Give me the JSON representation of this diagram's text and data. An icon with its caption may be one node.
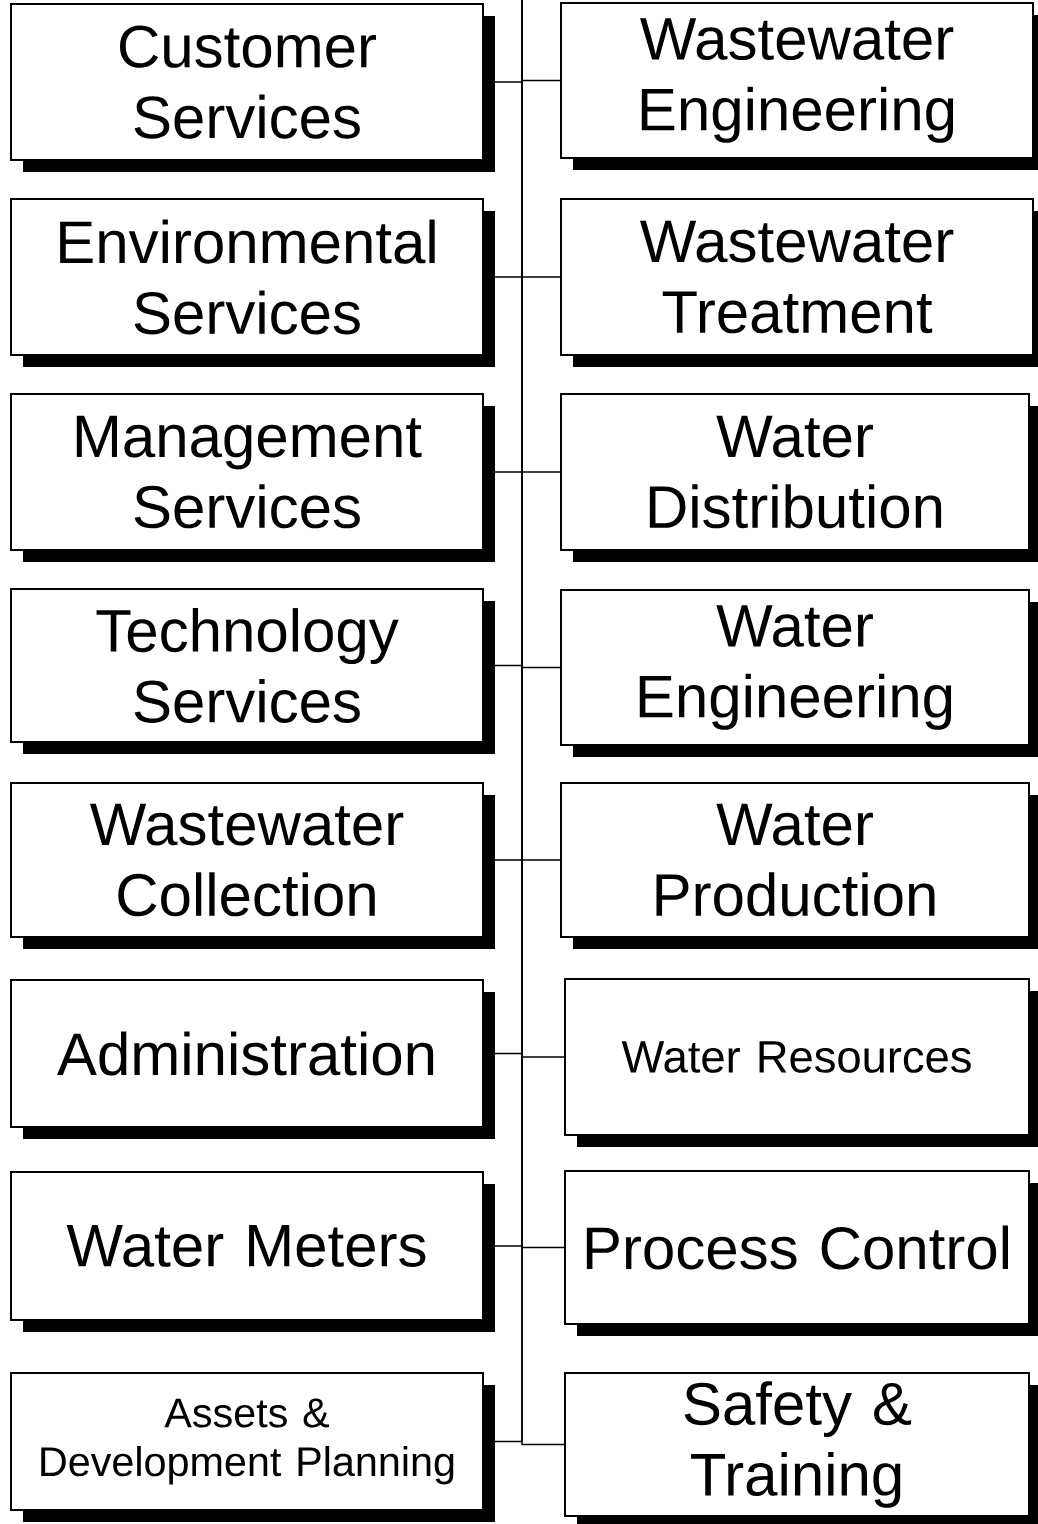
{
  "diagram": {
    "nodes": [
      {
        "text": [
          "Customer Services"
        ]
      },
      {
        "text": [
          "Wastewater Engineering"
        ]
      },
      {
        "text": [
          "Environmental Services"
        ]
      },
      {
        "text": [
          "Wastewater Treatment"
        ]
      },
      {
        "text": [
          "Management Services"
        ]
      },
      {
        "text": [
          "Water Distribution"
        ]
      },
      {
        "text": [
          "Technology Services"
        ]
      },
      {
        "text": [
          "Water Engineering"
        ]
      },
      {
        "text": [
          "Wastewater Collection"
        ]
      },
      {
        "text": [
          "Water Production"
        ]
      },
      {
        "text": [
          "Administration"
        ]
      },
      {
        "text": [
          "Water Resources"
        ]
      },
      {
        "text": [
          "Water Meters"
        ]
      },
      {
        "text": [
          "Process Control"
        ]
      },
      {
        "text": [
          "Assets & Development Planning"
        ]
      },
      {
        "text": [
          "Safety & Training"
        ]
      }
    ],
    "edges": [
      {
        "from": null,
        "to": 0,
        "arrow": "none"
      },
      {
        "from": null,
        "to": 1,
        "arrow": "none"
      },
      {
        "from": null,
        "to": 2,
        "arrow": "none"
      },
      {
        "from": null,
        "to": 3,
        "arrow": "none"
      },
      {
        "from": null,
        "to": 4,
        "arrow": "none"
      },
      {
        "from": null,
        "to": 5,
        "arrow": "none"
      },
      {
        "from": null,
        "to": 6,
        "arrow": "none"
      },
      {
        "from": null,
        "to": 7,
        "arrow": "none"
      },
      {
        "from": null,
        "to": 8,
        "arrow": "none"
      },
      {
        "from": null,
        "to": 9,
        "arrow": "none"
      },
      {
        "from": null,
        "to": 10,
        "arrow": "none"
      },
      {
        "from": null,
        "to": 11,
        "arrow": "none"
      },
      {
        "from": null,
        "to": 12,
        "arrow": "none"
      },
      {
        "from": null,
        "to": 13,
        "arrow": "none"
      },
      {
        "from": null,
        "to": 14,
        "arrow": "none"
      },
      {
        "from": null,
        "to": 15,
        "arrow": "none"
      }
    ]
  }
}
